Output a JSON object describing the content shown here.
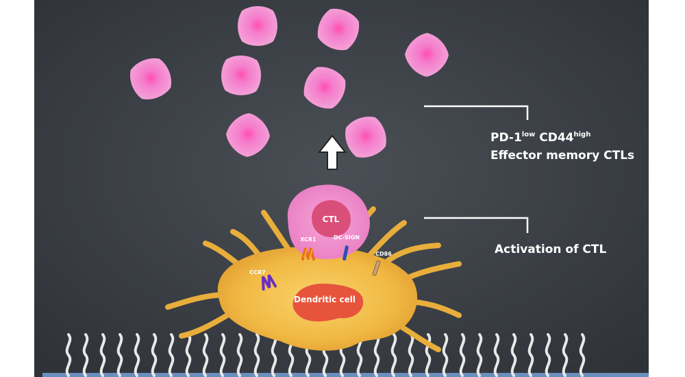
{
  "labels": {
    "ctl": "CTL",
    "dendritic_cell": "Dendritic cell",
    "xcr1": "XCR1",
    "dc_sign": "DC-SIGN",
    "cd86": "CD86",
    "ccr7": "CCR7"
  },
  "right_panel": {
    "memory_line1_a": "PD-1",
    "memory_line1_sup1": "low",
    "memory_line1_b": " CD44",
    "memory_line1_sup2": "high",
    "memory_line2": "Effector memory CTLs",
    "activation": "Activation of CTL"
  },
  "colors": {
    "background": "#3b4046",
    "effector_cell": "#f08ccf",
    "dendritic_cell": "#f0b845",
    "nucleus": "#e7543c",
    "ctl_outer": "#ee8fca",
    "ctl_inner": "#d94f7a"
  }
}
